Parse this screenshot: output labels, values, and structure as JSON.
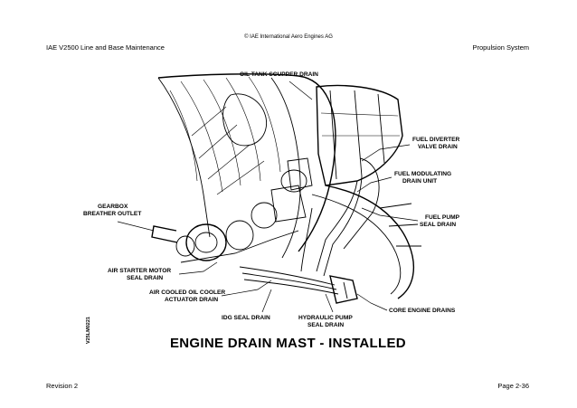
{
  "header": {
    "copyright": "© IAE International Aero Engines AG",
    "left_title": "IAE V2500 Line and Base Maintenance",
    "right_title": "Propulsion System"
  },
  "footer": {
    "revision": "Revision 2",
    "page": "Page 2-36"
  },
  "figure": {
    "caption": "ENGINE DRAIN MAST - INSTALLED",
    "code": "V25LM0221",
    "labels": {
      "oil_tank_scupper_drain": "OIL TANK SCUPPER DRAIN",
      "fuel_diverter_1": "FUEL DIVERTER",
      "fuel_diverter_2": "VALVE DRAIN",
      "fuel_modulating_1": "FUEL MODULATING",
      "fuel_modulating_2": "DRAIN UNIT",
      "fuel_pump_1": "FUEL PUMP",
      "fuel_pump_2": "SEAL DRAIN",
      "gearbox_1": "GEARBOX",
      "gearbox_2": "BREATHER OUTLET",
      "air_starter_1": "AIR STARTER MOTOR",
      "air_starter_2": "SEAL DRAIN",
      "acoc_1": "AIR COOLED OIL COOLER",
      "acoc_2": "ACTUATOR DRAIN",
      "idg": "IDG SEAL DRAIN",
      "hydraulic_1": "HYDRAULIC PUMP",
      "hydraulic_2": "SEAL DRAIN",
      "core_engine": "CORE ENGINE DRAINS"
    }
  }
}
